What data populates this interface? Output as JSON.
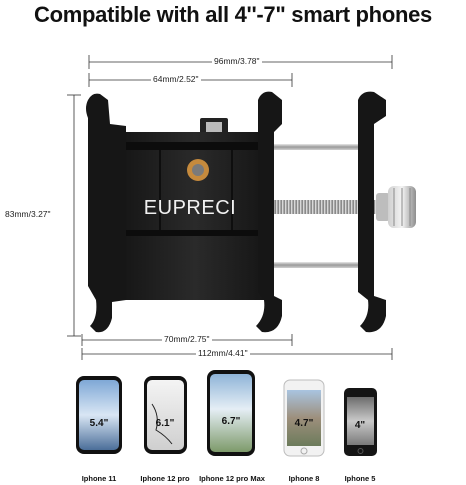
{
  "headline": "Compatible with all 4''-7\" smart phones",
  "brand": "EUPRECI",
  "dimensions": {
    "top_width": "96mm/3.78\"",
    "inner_width": "64mm/2.52\"",
    "height": "83mm/3.27\"",
    "bottom_inner": "70mm/2.75\"",
    "max_width": "112mm/4.41\""
  },
  "phones": [
    {
      "model": "Iphone 11",
      "size": "5.4\""
    },
    {
      "model": "Iphone 12 pro",
      "size": "6.1\""
    },
    {
      "model": "Iphone 12 pro Max",
      "size": "6.7\""
    },
    {
      "model": "Iphone 8",
      "size": "4.7\""
    },
    {
      "model": "Iphone 5",
      "size": "4\""
    }
  ],
  "colors": {
    "metal": "#1b1b1b",
    "rod": "#b8b8b8",
    "phone_frame": "#111111"
  }
}
